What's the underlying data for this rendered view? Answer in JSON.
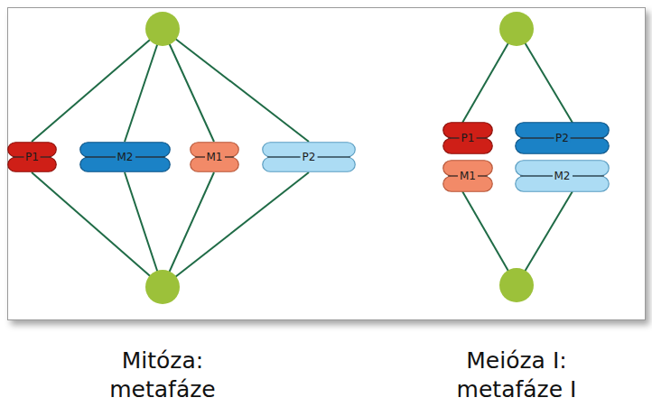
{
  "diagram": {
    "nodes": [
      {
        "text": [
          "P1"
        ]
      },
      {
        "text": [
          "M2"
        ]
      },
      {
        "text": [
          "M1"
        ]
      },
      {
        "text": [
          "P2"
        ]
      },
      {
        "text": [
          "P1"
        ]
      },
      {
        "text": [
          "P2"
        ]
      },
      {
        "text": [
          "M1"
        ]
      },
      {
        "text": [
          "M2"
        ]
      }
    ],
    "labels": [
      "Mitóza: metafáze",
      "Meióza I: metafáze I"
    ]
  }
}
